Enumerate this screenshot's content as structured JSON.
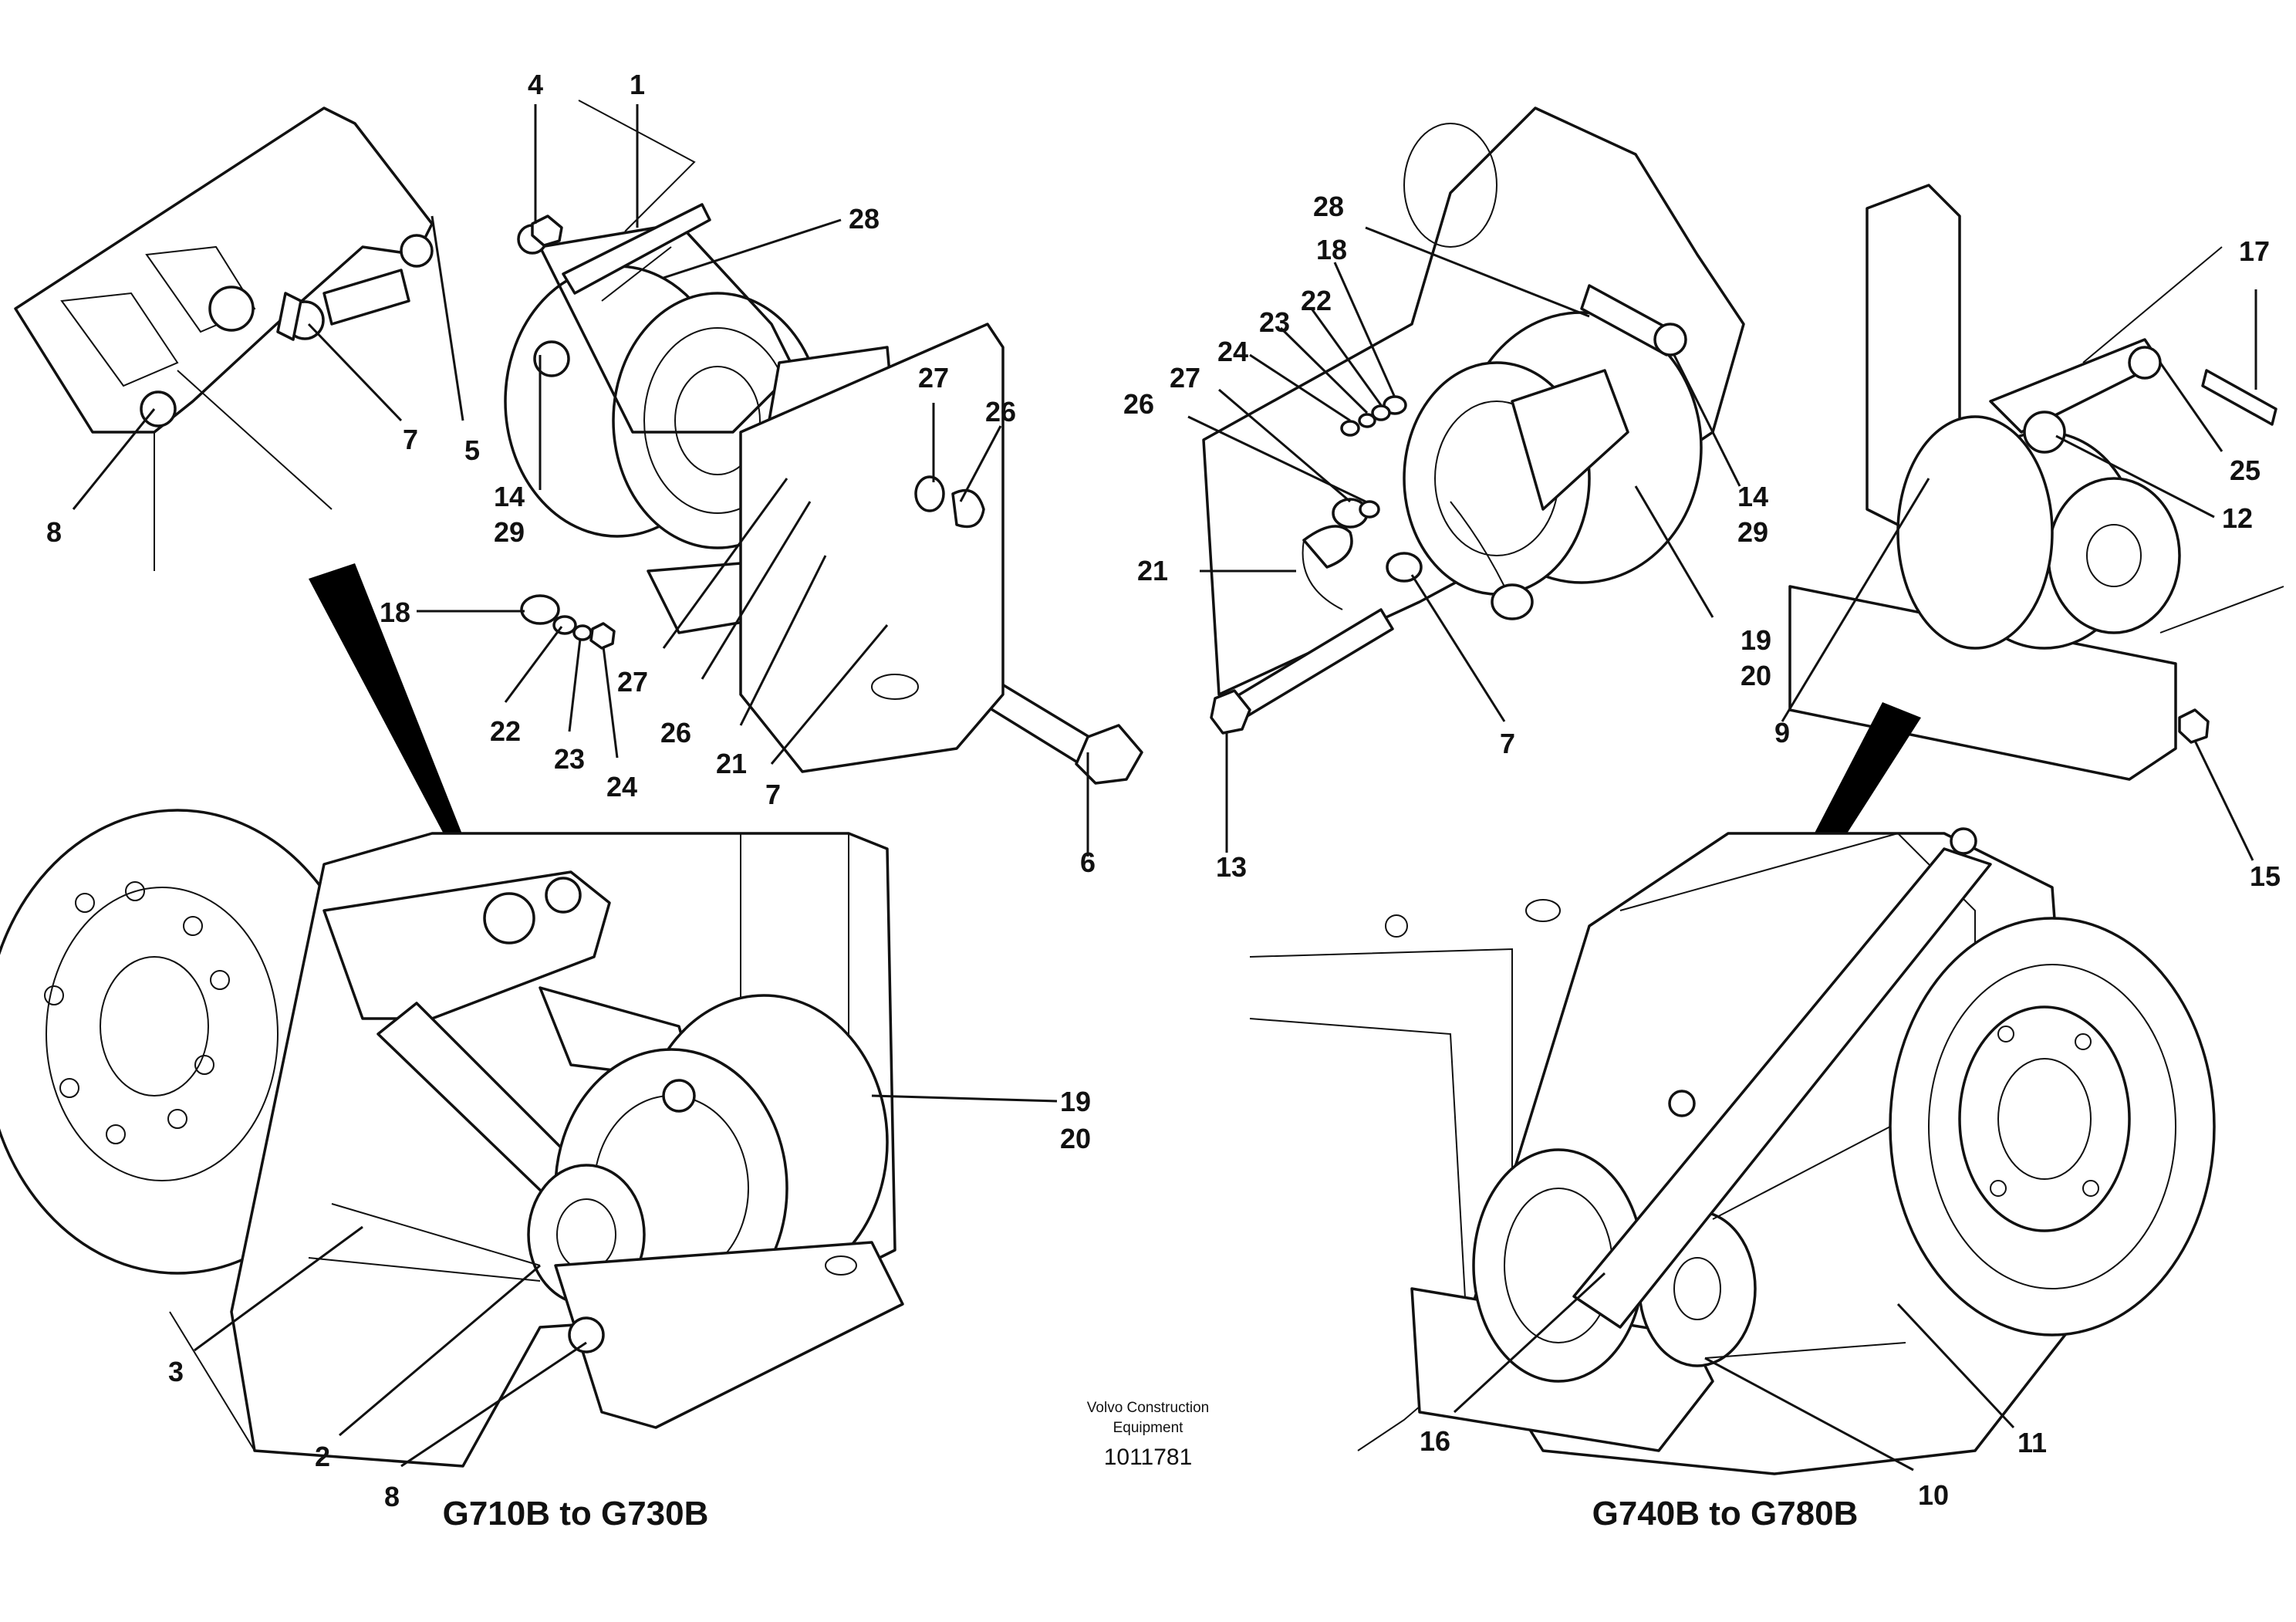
{
  "panels": {
    "left": {
      "caption": "G710B to G730B"
    },
    "right": {
      "caption": "G740B to G780B"
    }
  },
  "credit": {
    "line1": "Volvo Construction",
    "line2": "Equipment"
  },
  "doc_number": "1011781",
  "callouts_left": [
    {
      "label": "4"
    },
    {
      "label": "1"
    },
    {
      "label": "28"
    },
    {
      "label": "27"
    },
    {
      "label": "26"
    },
    {
      "label": "5"
    },
    {
      "label": "7"
    },
    {
      "label": "8"
    },
    {
      "label": "14"
    },
    {
      "label": "29"
    },
    {
      "label": "18"
    },
    {
      "label": "22"
    },
    {
      "label": "23"
    },
    {
      "label": "24"
    },
    {
      "label": "27"
    },
    {
      "label": "26"
    },
    {
      "label": "21"
    },
    {
      "label": "7"
    },
    {
      "label": "6"
    },
    {
      "label": "19"
    },
    {
      "label": "20"
    },
    {
      "label": "3"
    },
    {
      "label": "2"
    },
    {
      "label": "8"
    }
  ],
  "callouts_right": [
    {
      "label": "28"
    },
    {
      "label": "18"
    },
    {
      "label": "22"
    },
    {
      "label": "23"
    },
    {
      "label": "24"
    },
    {
      "label": "27"
    },
    {
      "label": "26"
    },
    {
      "label": "21"
    },
    {
      "label": "13"
    },
    {
      "label": "14"
    },
    {
      "label": "29"
    },
    {
      "label": "19"
    },
    {
      "label": "20"
    },
    {
      "label": "7"
    },
    {
      "label": "17"
    },
    {
      "label": "25"
    },
    {
      "label": "12"
    },
    {
      "label": "9"
    },
    {
      "label": "15"
    },
    {
      "label": "16"
    },
    {
      "label": "10"
    },
    {
      "label": "11"
    }
  ]
}
